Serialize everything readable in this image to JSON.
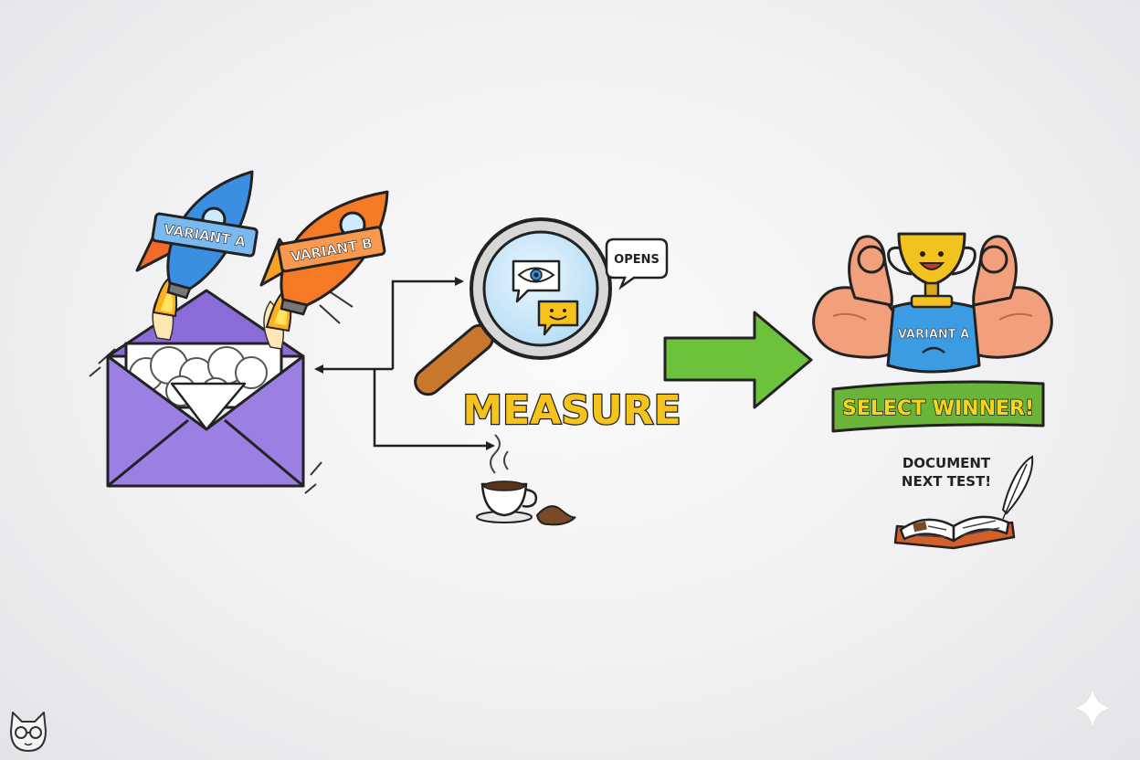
{
  "diagram": {
    "variant_a_label": "VARIANT A",
    "variant_b_label": "VARIANT B",
    "opens_label": "OPENS",
    "measure_label": "MEASURE",
    "winner_shirt_label": "VARIANT A",
    "select_winner_label": "SELECT WINNER!",
    "document_label_line1": "DOCUMENT",
    "document_label_line2": "NEXT TEST!"
  },
  "colors": {
    "envelope": "#9b7fe3",
    "variant_a": "#3b8fe0",
    "variant_b": "#f47a26",
    "flame": "#ffb020",
    "measure_text": "#f6c21c",
    "arrow_green": "#6cc23a",
    "banner_green": "#6ab43a",
    "banner_text": "#f6d51f",
    "trophy": "#f2c21e",
    "skin": "#f2a07c",
    "shirt": "#3b9be3"
  },
  "icons": [
    "rocket-icon",
    "envelope-icon",
    "magnifier-icon",
    "eye-icon",
    "smile-chat-icon",
    "coffee-cup-icon",
    "trophy-icon",
    "open-book-icon",
    "quill-icon",
    "cat-logo-icon",
    "sparkle-icon"
  ]
}
